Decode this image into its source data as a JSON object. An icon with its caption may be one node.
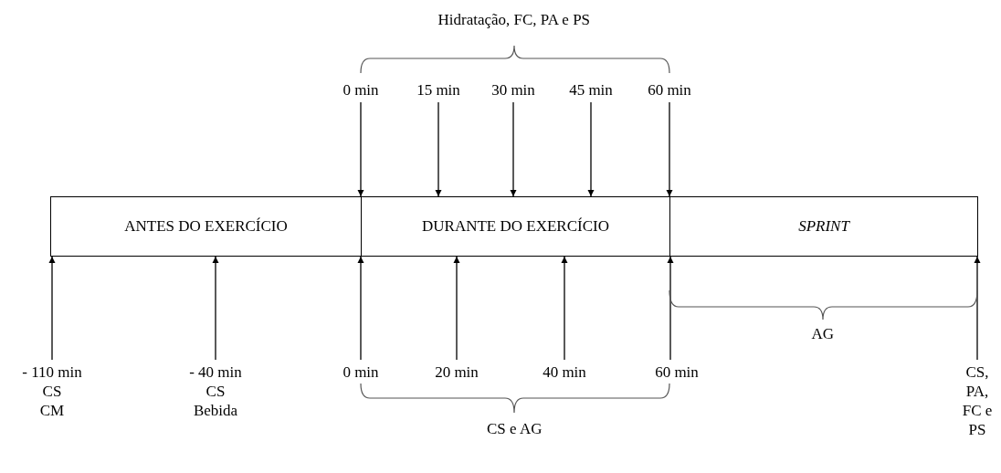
{
  "diagram": {
    "nodes": [
      {
        "text": [
          "ANTES DO EXERCÍCIO"
        ]
      },
      {
        "text": [
          "DURANTE DO EXERCÍCIO"
        ]
      },
      {
        "text": [
          "SPRINT"
        ]
      },
      {
        "text": [
          "0 min"
        ]
      },
      {
        "text": [
          "15 min"
        ]
      },
      {
        "text": [
          "30 min"
        ]
      },
      {
        "text": [
          "45 min"
        ]
      },
      {
        "text": [
          "60 min"
        ]
      },
      {
        "text": [
          "- 110 min",
          "CS",
          "CM"
        ]
      },
      {
        "text": [
          "- 40 min",
          "CS",
          "Bebida"
        ]
      },
      {
        "text": [
          "0 min"
        ]
      },
      {
        "text": [
          "20 min"
        ]
      },
      {
        "text": [
          "40 min"
        ]
      },
      {
        "text": [
          "60 min"
        ]
      },
      {
        "text": [
          "CS, PA, FC e PS"
        ]
      }
    ],
    "edges": [
      {
        "from": 3,
        "to": 1,
        "arrow": "to"
      },
      {
        "from": 4,
        "to": 1,
        "arrow": "to"
      },
      {
        "from": 5,
        "to": 1,
        "arrow": "to"
      },
      {
        "from": 6,
        "to": 1,
        "arrow": "to"
      },
      {
        "from": 7,
        "to": 1,
        "arrow": "to"
      },
      {
        "from": 8,
        "to": 0,
        "arrow": "to"
      },
      {
        "from": 9,
        "to": 0,
        "arrow": "to"
      },
      {
        "from": 10,
        "to": 1,
        "arrow": "to"
      },
      {
        "from": 11,
        "to": 1,
        "arrow": "to"
      },
      {
        "from": 12,
        "to": 1,
        "arrow": "to"
      },
      {
        "from": 13,
        "to": 1,
        "arrow": "to"
      },
      {
        "from": 14,
        "to": 2,
        "arrow": "to"
      }
    ],
    "labels": [
      "Hidratação, FC, PA e PS",
      "AG",
      "CS e AG"
    ]
  }
}
